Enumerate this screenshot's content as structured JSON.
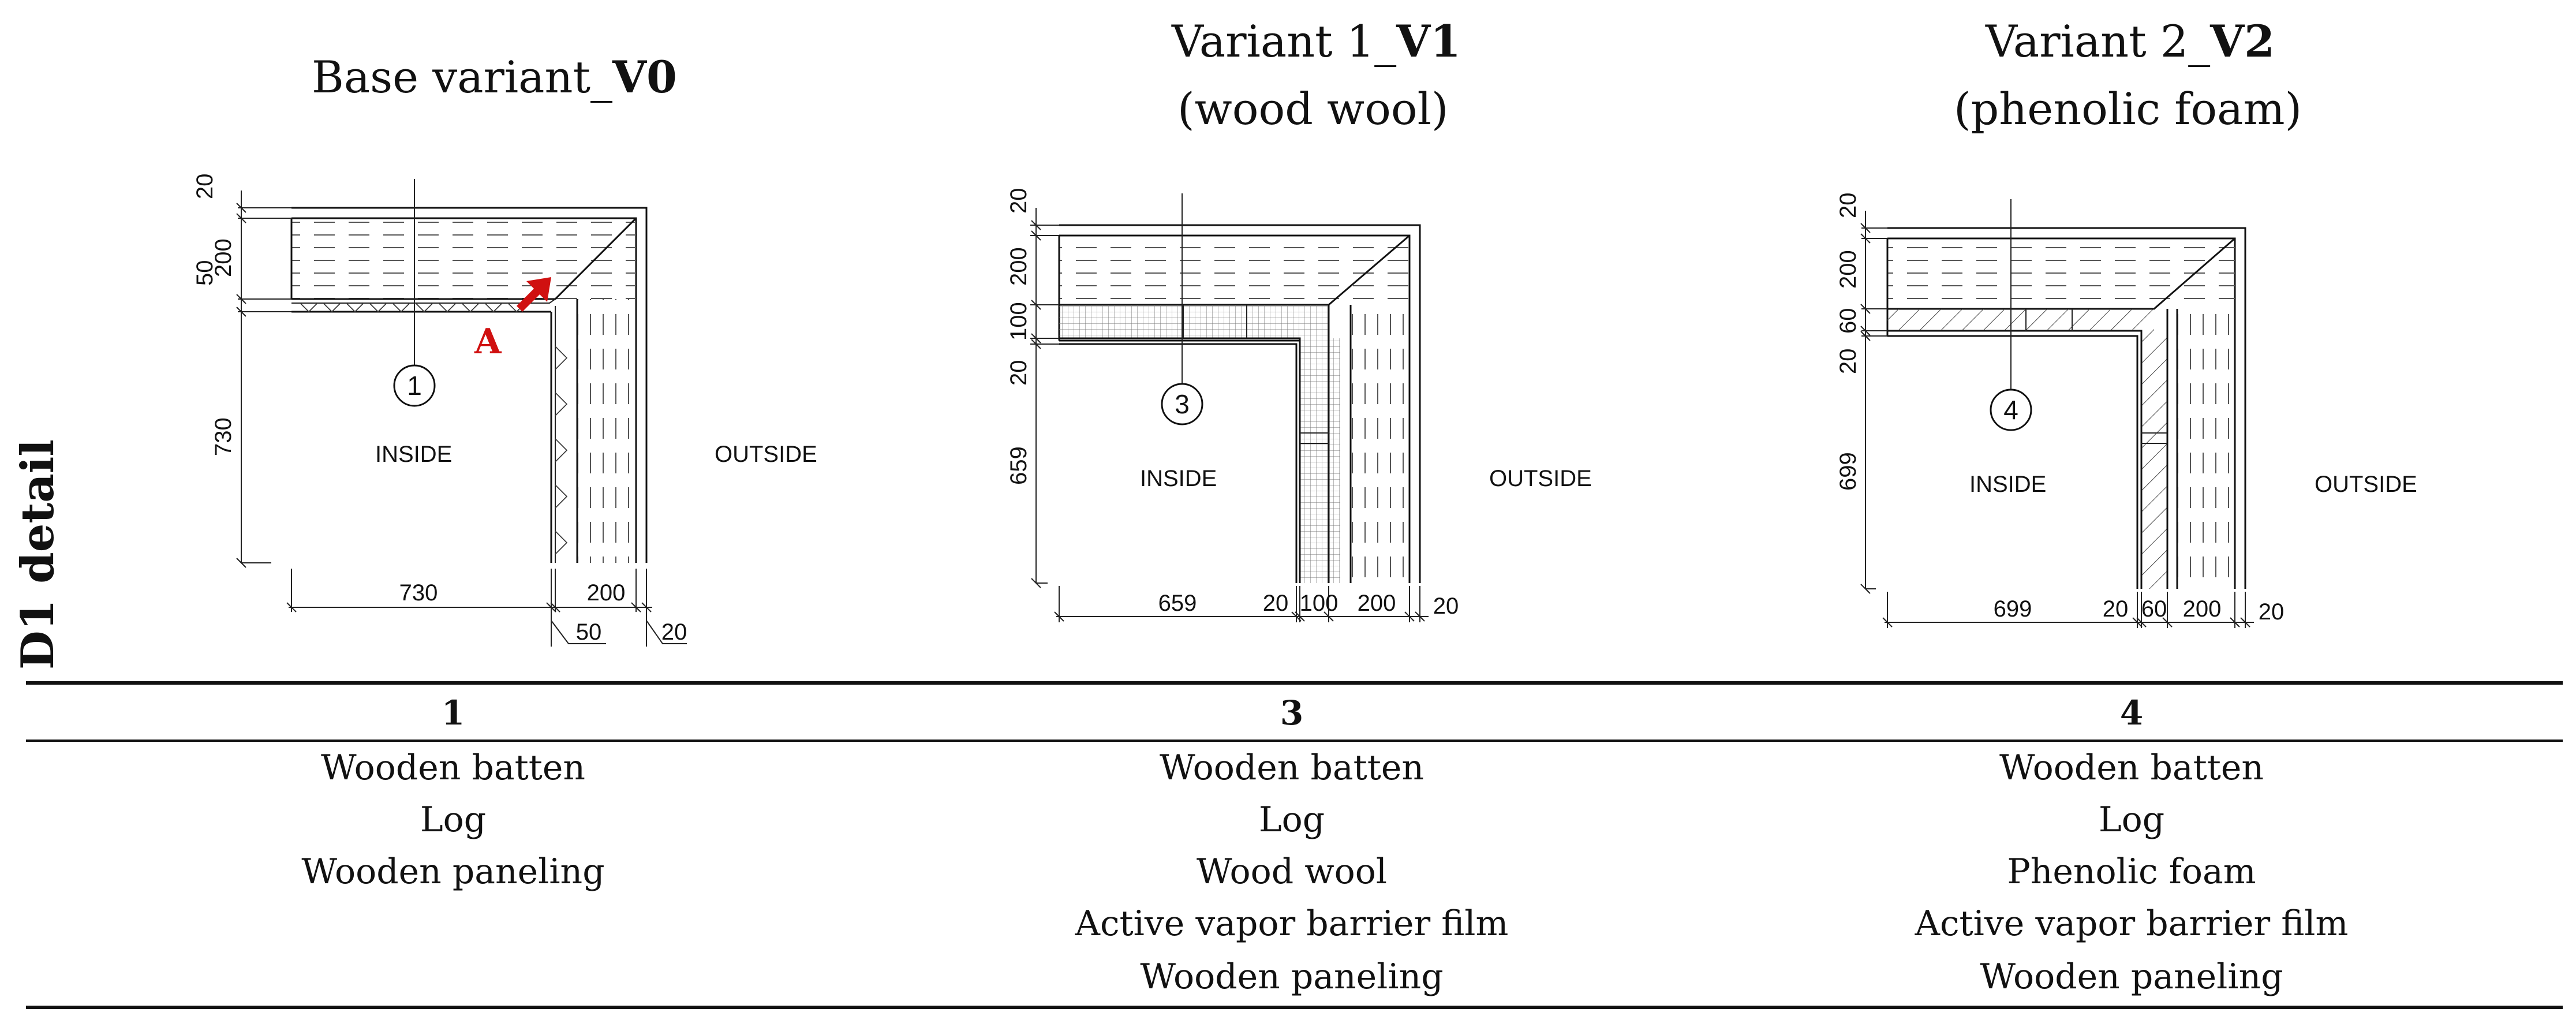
{
  "row_label": "D1 detail",
  "inside_label": "INSIDE",
  "outside_label": "OUTSIDE",
  "callout_label": "A",
  "colors": {
    "arrow": "#d01010",
    "ink": "#111111"
  },
  "variants": [
    {
      "title_prefix": "Base variant_",
      "title_bold": "V0",
      "subtitle": "",
      "marker": "1",
      "dims": {
        "top": "20",
        "layer1": "200",
        "layer2": "50",
        "inner_v": "730",
        "inner_h": "730",
        "d200": "200",
        "d50": "50",
        "d20": "20"
      },
      "table_head": "1",
      "layers": [
        "Wooden batten",
        "Log",
        "Wooden paneling"
      ]
    },
    {
      "title_prefix": "Variant 1_",
      "title_bold": "V1",
      "subtitle": "(wood wool)",
      "marker": "3",
      "dims": {
        "top": "20",
        "layer1": "200",
        "layer2": "100",
        "layer3": "20",
        "inner_v": "659",
        "inner_h": "659",
        "h20a": "20",
        "h100": "100",
        "h200": "200",
        "h20b": "20"
      },
      "table_head": "3",
      "layers": [
        "Wooden batten",
        "Log",
        "Wood wool",
        "Active vapor barrier film",
        "Wooden paneling"
      ]
    },
    {
      "title_prefix": "Variant 2_",
      "title_bold": "V2",
      "subtitle": "(phenolic foam)",
      "marker": "4",
      "dims": {
        "top": "20",
        "layer1": "200",
        "layer2": "60",
        "layer3": "20",
        "inner_v": "699",
        "inner_h": "699",
        "h20a": "20",
        "h60": "60",
        "h200": "200",
        "h20b": "20"
      },
      "table_head": "4",
      "layers": [
        "Wooden batten",
        "Log",
        "Phenolic foam",
        "Active vapor barrier film",
        "Wooden paneling"
      ]
    }
  ]
}
